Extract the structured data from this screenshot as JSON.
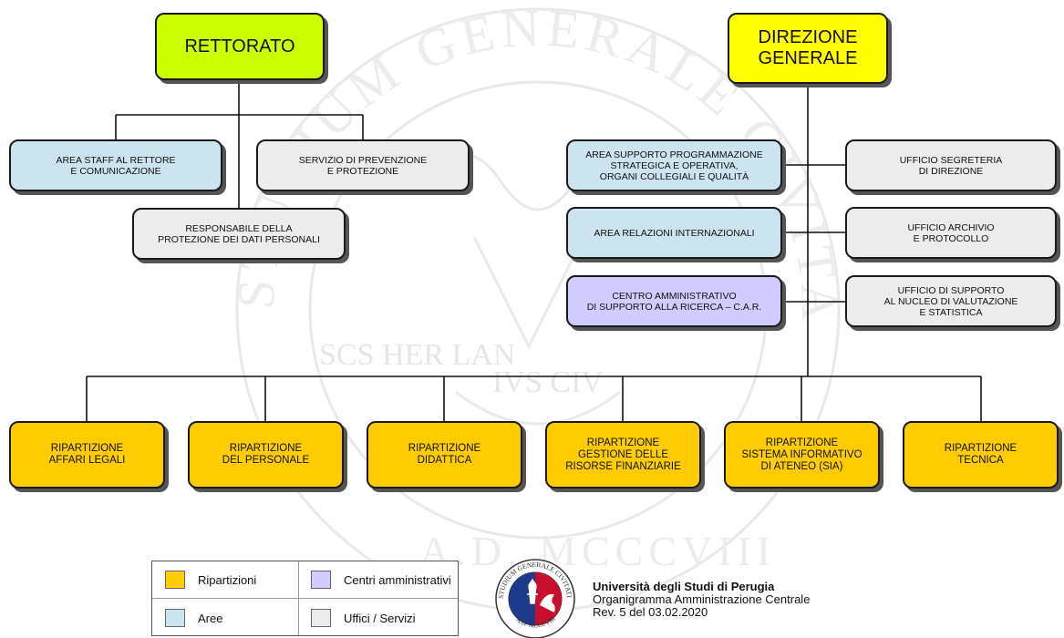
{
  "top": {
    "rettorato": "RETTORATO",
    "direzione": "DIREZIONE\nGENERALE"
  },
  "rettorato_units": {
    "staff": "AREA STAFF AL RETTORE\nE COMUNICAZIONE",
    "prevenzione": "SERVIZIO DI PREVENZIONE\nE PROTEZIONE",
    "dati": "RESPONSABILE DELLA\nPROTEZIONE DEI DATI PERSONALI"
  },
  "direzione_units": {
    "supporto": "AREA SUPPORTO PROGRAMMAZIONE\nSTRATEGICA E OPERATIVA,\nORGANI COLLEGIALI E QUALITÀ",
    "relazioni": "AREA RELAZIONI INTERNAZIONALI",
    "car": "CENTRO AMMINISTRATIVO\nDI SUPPORTO ALLA RICERCA – C.A.R.",
    "segreteria": "UFFICIO SEGRETERIA\nDI DIREZIONE",
    "archivio": "UFFICIO ARCHIVIO\nE PROTOCOLLO",
    "nucleo": "UFFICIO DI SUPPORTO\nAL NUCLEO DI VALUTAZIONE\nE STATISTICA"
  },
  "ripartizioni": [
    "RIPARTIZIONE\nAFFARI LEGALI",
    "RIPARTIZIONE\nDEL PERSONALE",
    "RIPARTIZIONE\nDIDATTICA",
    "RIPARTIZIONE\nGESTIONE DELLE\nRISORSE FINANZIARIE",
    "RIPARTIZIONE\nSISTEMA INFORMATIVO\nDI ATENEO (SIA)",
    "RIPARTIZIONE\nTECNICA"
  ],
  "legend": [
    {
      "label": "Ripartizioni",
      "color": "#ffcc00"
    },
    {
      "label": "Centri amministrativi",
      "color": "#d0ccff"
    },
    {
      "label": "Aree",
      "color": "#cce4f0"
    },
    {
      "label": "Uffici / Servizi",
      "color": "#ececec"
    }
  ],
  "colors": {
    "rettorato": "#ccff00",
    "direzione": "#ffff00",
    "aree": "#cce4f0",
    "uffici": "#ececec",
    "centri": "#d0ccff",
    "ripartizioni": "#ffcc00"
  },
  "footer": {
    "university": "Università degli Studi di Perugia",
    "subtitle": "Organigramma Amministrazione Centrale",
    "revision": "Rev. 5 del 03.02.2020"
  },
  "seal": {
    "ring_text": "STUDIUM GENERALE CIVITATIS PERUSII",
    "year": "A.D. MCCCVIII"
  },
  "watermark": {
    "ring_text": "STUDIUM GENERALE CIVITATIS PERUSII",
    "inner_left": "SCS\nHER\nLAN",
    "inner_right": "IVS\nCIV",
    "bottom": "A.D. MCCCVIII"
  }
}
